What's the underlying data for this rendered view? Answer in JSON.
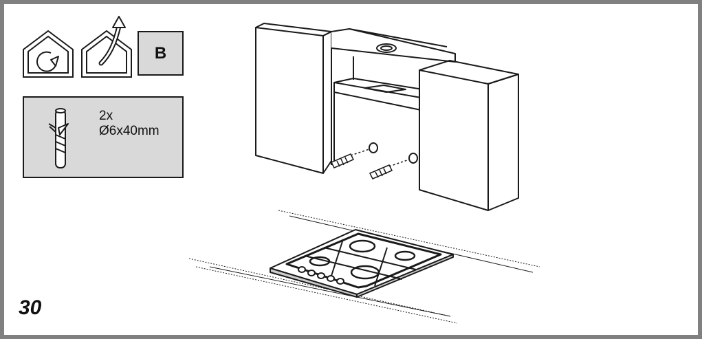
{
  "icons": {
    "recirculation": "house-recirculation-icon",
    "extraction": "house-extraction-icon"
  },
  "mode_label": "B",
  "fixings": {
    "quantity": "2x",
    "spec": "Ø6x40mm",
    "icon": "wall-plug-icon"
  },
  "page_number": "30",
  "colors": {
    "frame": "#808080",
    "panel": "#d9d9d9",
    "line": "#1a1a1a"
  }
}
